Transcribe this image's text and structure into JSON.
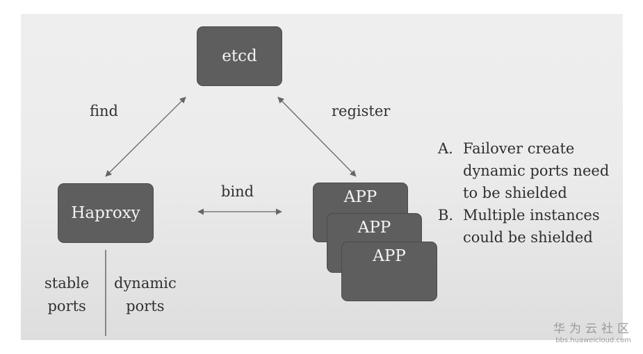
{
  "nodes": {
    "etcd": "etcd",
    "haproxy": "Haproxy",
    "app_1": "APP",
    "app_2": "APP",
    "app_3": "APP"
  },
  "edges": {
    "find": "find",
    "register": "register",
    "bind": "bind"
  },
  "ports": {
    "stable_line1": "stable",
    "stable_line2": "ports",
    "dynamic_line1": "dynamic",
    "dynamic_line2": "ports"
  },
  "notes": [
    {
      "marker": "A.",
      "lines": [
        "Failover create",
        "dynamic ports need",
        "to be shielded"
      ]
    },
    {
      "marker": "B.",
      "lines": [
        "Multiple instances",
        "could be shielded"
      ]
    }
  ],
  "watermark": {
    "name": "华为云社区",
    "url": "bbs.huaweicloud.com"
  },
  "colors": {
    "box_fill": "#5e5e5e",
    "box_text": "#f4f4f4",
    "arrow": "#666666"
  }
}
